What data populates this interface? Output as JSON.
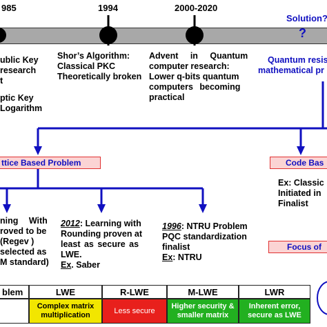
{
  "timeline": {
    "years": [
      "985",
      "1994",
      "2000-2020"
    ],
    "solution": "Solution?",
    "question_mark": "?"
  },
  "events": {
    "left": [
      "ublic Key",
      "research",
      "t",
      "ptic Key",
      "Logarithm"
    ],
    "shor": [
      "Shor’s Algorithm:",
      "Classical PKC",
      "Theoretically broken"
    ],
    "advent": [
      "Advent in Quantum",
      "computer research:",
      "Lower q-bits quantum",
      "computers becoming",
      "practical"
    ],
    "quantum_res": [
      "Quantum resis",
      "mathematical pr"
    ]
  },
  "boxes": {
    "lattice": "ttice Based Problem",
    "code": "Code Bas",
    "focus": "Focus of"
  },
  "lattice_items": {
    "left": [
      "ning With",
      "roved to be",
      "(Regev )",
      "selected as",
      "M standard)"
    ],
    "saber": {
      "year": "2012",
      "line1_rest": ": Learning with",
      "line2": "Rounding proven at",
      "line3": "least as secure as",
      "line4": "LWE.",
      "ex_label": "Ex",
      "ex_value": ". Saber"
    },
    "ntru": {
      "year": "1996",
      "line1_rest": ": NTRU Problem",
      "line2": "PQC standardization",
      "line3": "finalist",
      "ex_label": "Ex",
      "ex_value": ": NTRU"
    }
  },
  "code_items": [
    "Ex: Classic",
    "Initiated in",
    "Finalist"
  ],
  "table": {
    "headers": [
      "blem",
      "LWE",
      "R-LWE",
      "M-LWE",
      "LWR"
    ],
    "cells": [
      {
        "text": "",
        "bg": "#ffffff"
      },
      {
        "text": "Complex matrix multiplication",
        "bg": "#f2e600"
      },
      {
        "text": "Less secure",
        "bg": "#e8201c"
      },
      {
        "text": "Higher security & smaller matrix",
        "bg": "#22b020"
      },
      {
        "text": "Inherent error, secure as LWE",
        "bg": "#22b020"
      }
    ]
  },
  "colors": {
    "arrow": "#1010c0",
    "timeline_bar": "#a8a8a8",
    "box_fill": "#fbd4d4",
    "box_border": "#e03030"
  }
}
